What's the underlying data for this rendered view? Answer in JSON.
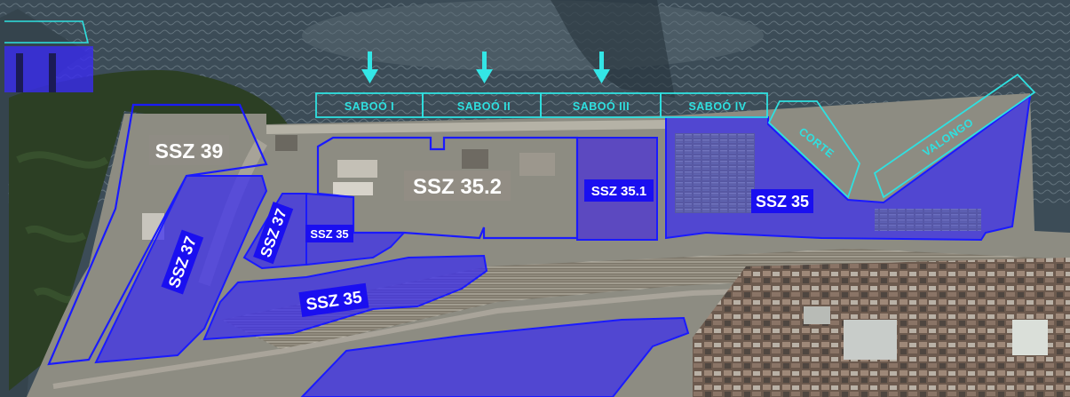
{
  "map": {
    "berths": [
      "SABOÓ I",
      "SABOÓ II",
      "SABOÓ III",
      "SABOÓ IV",
      "CORTE",
      "VALONGO"
    ],
    "zones": {
      "ssz39": "SSZ 39",
      "ssz35_2": "SSZ 35.2",
      "ssz35_1": "SSZ 35.1",
      "ssz35": "SSZ 35",
      "ssz37": "SSZ 37"
    },
    "colors": {
      "water": "#3a4a55",
      "land": "#8a8a80",
      "vegetation": "#2c3f24",
      "zone_fill": "#3a2cf0",
      "zone_outline": "#0000ff",
      "berth_outline": "#2fe0e0",
      "arrow": "#33e6e6"
    },
    "icons": [
      "down-arrow-icon"
    ]
  }
}
